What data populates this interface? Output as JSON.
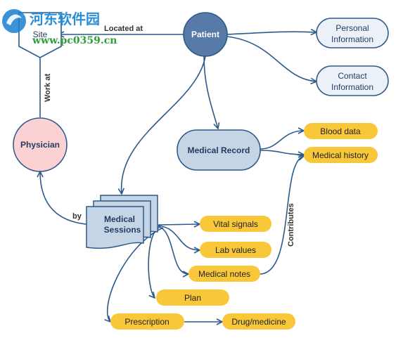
{
  "colors": {
    "edge": "#2c5a8a",
    "patient_fill": "#577aa8",
    "info_fill": "#ecf1f8",
    "record_fill": "#c6d5e5",
    "physician_fill": "#fbd1d4",
    "yellow": "#f8c73a",
    "watermark_green": "#2f9f3a"
  },
  "watermark": {
    "title": "河东软件园",
    "url": "www.pc0359.cn",
    "icon": "logo-icon"
  },
  "nodes": {
    "site": "Site",
    "patient": "Patient",
    "personal_information_line1": "Personal",
    "personal_information_line2": "Information",
    "contact_information_line1": "Contact",
    "contact_information_line2": "Information",
    "physician": "Physician",
    "medical_record": "Medical Record",
    "medical_sessions_line1": "Medical",
    "medical_sessions_line2": "Sessions",
    "blood_data": "Blood data",
    "medical_history": "Medical history",
    "vital_signals": "Vital signals",
    "lab_values": "Lab values",
    "medical_notes": "Medical notes",
    "plan": "Plan",
    "prescription": "Prescription",
    "drug_medicine": "Drug/medicine"
  },
  "edge_labels": {
    "located_at": "Located at",
    "work_at": "Work at",
    "by": "by",
    "contributes": "Contributes"
  }
}
